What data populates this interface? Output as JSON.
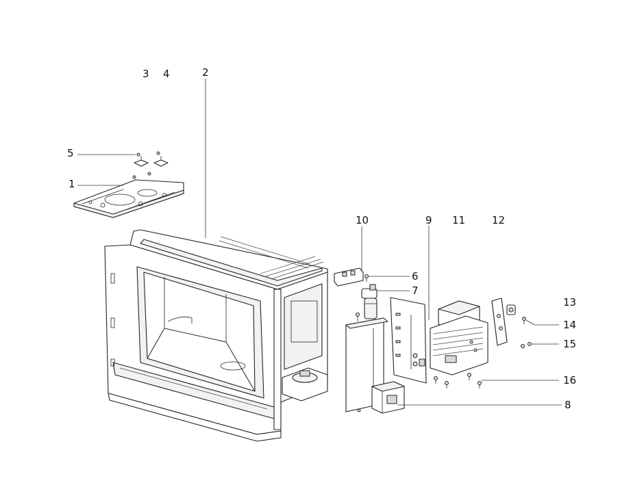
{
  "callouts": [
    {
      "id": "c1",
      "text": "1"
    },
    {
      "id": "c2",
      "text": "2"
    },
    {
      "id": "c3",
      "text": "3"
    },
    {
      "id": "c4",
      "text": "4"
    },
    {
      "id": "c5",
      "text": "5"
    },
    {
      "id": "c6",
      "text": "6"
    },
    {
      "id": "c7",
      "text": "7"
    },
    {
      "id": "c8",
      "text": "8"
    },
    {
      "id": "c9",
      "text": "9"
    },
    {
      "id": "c10",
      "text": "10"
    },
    {
      "id": "c11",
      "text": "11"
    },
    {
      "id": "c12",
      "text": "12"
    },
    {
      "id": "c13",
      "text": "13"
    },
    {
      "id": "c14",
      "text": "14"
    },
    {
      "id": "c15",
      "text": "15"
    },
    {
      "id": "c16",
      "text": "16"
    }
  ],
  "ink_color": "#222222",
  "background_color": "#ffffff"
}
